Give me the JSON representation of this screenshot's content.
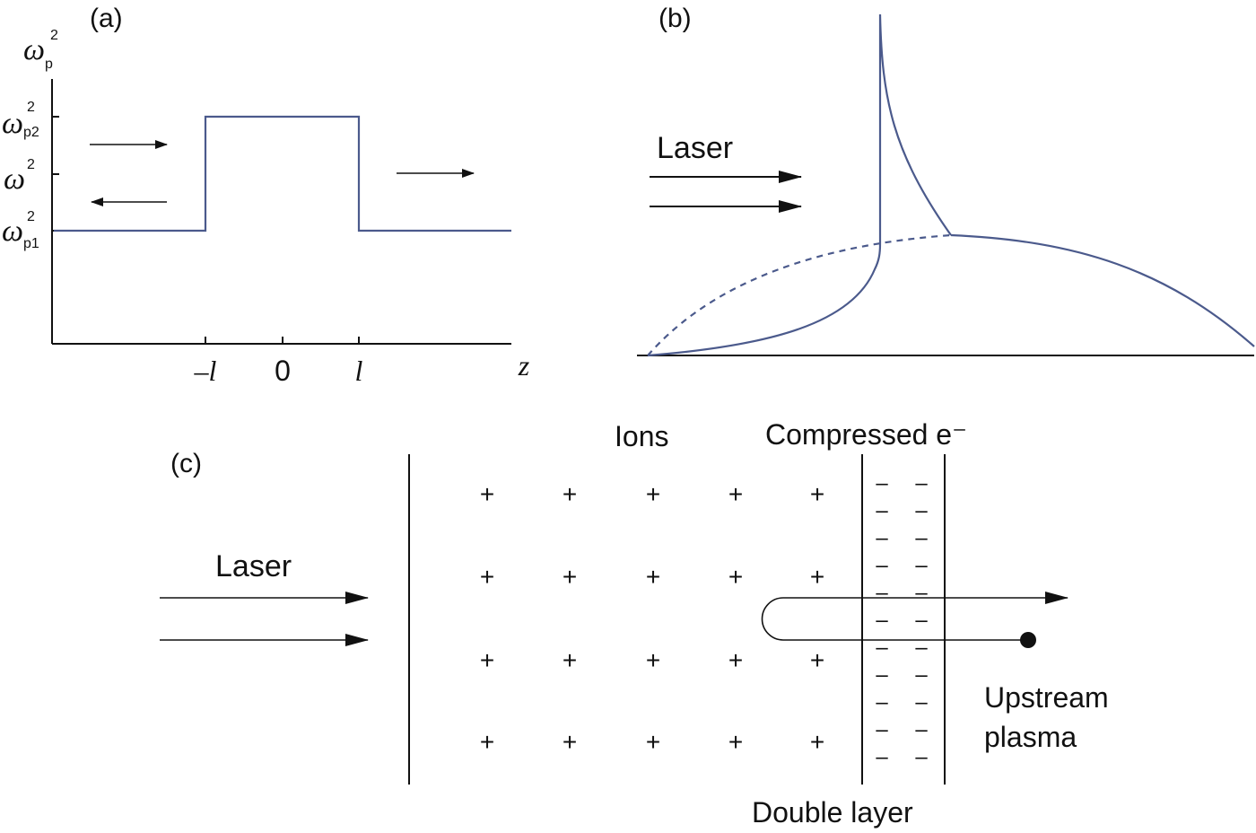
{
  "panel_a": {
    "label": "(a)",
    "y_label": {
      "base": "ω",
      "sub": "p",
      "sup": "2"
    },
    "y_ticks": [
      {
        "base": "ω",
        "sub": "p2",
        "sup": "2"
      },
      {
        "base": "ω",
        "sub": "",
        "sup": "2"
      },
      {
        "base": "ω",
        "sub": "p1",
        "sup": "2"
      }
    ],
    "x_ticks": [
      "–l",
      "0",
      "l"
    ],
    "x_label": "z"
  },
  "panel_b": {
    "label": "(b)",
    "laser_label": "Laser"
  },
  "panel_c": {
    "label": "(c)",
    "laser_label": "Laser",
    "ions_label": "Ions",
    "electrons_label": "Compressed e⁻",
    "double_layer_label": "Double layer",
    "upstream_label_line1": "Upstream",
    "upstream_label_line2": "plasma",
    "plus_symbol": "+",
    "minus_symbol": "–"
  }
}
